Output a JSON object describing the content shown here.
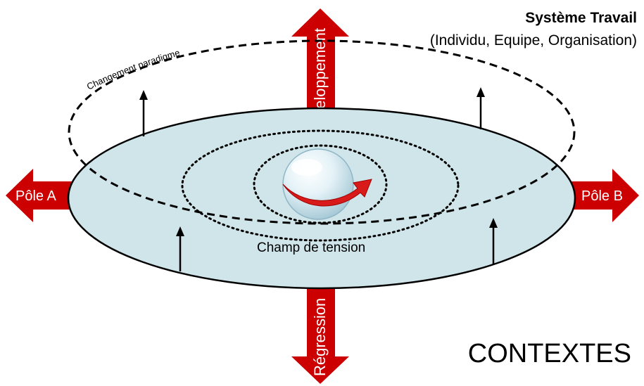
{
  "system": {
    "title": "Système Travail",
    "subtitle": "(Individu, Equipe, Organisation)"
  },
  "labels": {
    "paradigm": "Changement paradigme",
    "tension_field": "Champ de tension",
    "contexts": "CONTEXTES"
  },
  "arrows": {
    "up": "Développement",
    "down": "Régression",
    "left": "Pôle A",
    "right": "Pôle B"
  },
  "colors": {
    "arrow_red": "#cc0000",
    "disc_fill": "#cfe5ea",
    "outline": "#000000"
  }
}
